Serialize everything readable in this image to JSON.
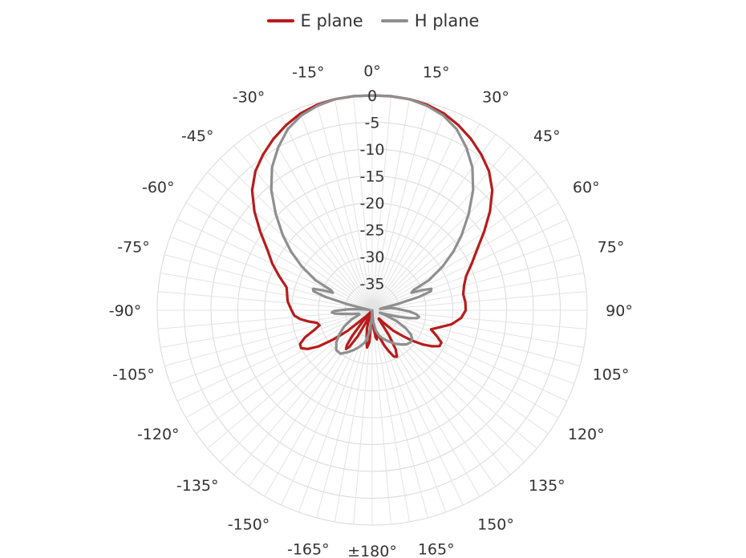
{
  "chart_data": {
    "type": "line",
    "subtype": "polar",
    "title": "",
    "radial_axis": {
      "range": [
        -40,
        0
      ],
      "tick_values": [
        0,
        -5,
        -10,
        -15,
        -20,
        -25,
        -30,
        -35
      ],
      "tick_labels": [
        "0",
        "-5",
        "-10",
        "-15",
        "-20",
        "-25",
        "-30",
        "-35"
      ]
    },
    "angular_axis": {
      "direction": "clockwise",
      "zero": "top",
      "tick_values": [
        0,
        15,
        30,
        45,
        60,
        75,
        90,
        105,
        120,
        135,
        150,
        165,
        180,
        -165,
        -150,
        -135,
        -120,
        -105,
        -90,
        -75,
        -60,
        -45,
        -30,
        -15
      ],
      "tick_labels": [
        "0°",
        "15°",
        "30°",
        "45°",
        "60°",
        "75°",
        "90°",
        "105°",
        "120°",
        "135°",
        "150°",
        "165°",
        "±180°",
        "-165°",
        "-150°",
        "-135°",
        "-120°",
        "-105°",
        "-90°",
        "-75°",
        "-60°",
        "-45°",
        "-30°",
        "-15°"
      ]
    },
    "grid": true,
    "legend": {
      "position": "top-center"
    },
    "series": [
      {
        "name": "E plane",
        "color": "#b71c1c",
        "points": [
          [
            -179,
            -39.8
          ],
          [
            -175,
            -34
          ],
          [
            -172,
            -33
          ],
          [
            -170,
            -34
          ],
          [
            -167,
            -35.5
          ],
          [
            -164,
            -36.5
          ],
          [
            -161,
            -38
          ],
          [
            -157,
            -39.5
          ],
          [
            -154,
            -38
          ],
          [
            -151,
            -34.5
          ],
          [
            -148,
            -32
          ],
          [
            -146,
            -31.3
          ],
          [
            -144,
            -32
          ],
          [
            -142,
            -34
          ],
          [
            -140,
            -37
          ],
          [
            -138,
            -39.5
          ],
          [
            -135,
            -38.5
          ],
          [
            -130,
            -34
          ],
          [
            -127,
            -31
          ],
          [
            -124,
            -28
          ],
          [
            -121,
            -26
          ],
          [
            -118,
            -25
          ],
          [
            -115,
            -25.2
          ],
          [
            -112,
            -26.5
          ],
          [
            -109,
            -28.5
          ],
          [
            -106,
            -29.8
          ],
          [
            -103,
            -29.5
          ],
          [
            -100,
            -28
          ],
          [
            -97,
            -26.5
          ],
          [
            -94,
            -25.5
          ],
          [
            -90,
            -25
          ],
          [
            -87,
            -24.6
          ],
          [
            -84,
            -24.2
          ],
          [
            -81,
            -24
          ],
          [
            -78,
            -23.8
          ],
          [
            -75,
            -23.5
          ],
          [
            -70,
            -21.6
          ],
          [
            -65,
            -19.5
          ],
          [
            -60,
            -17.5
          ],
          [
            -55,
            -14.6
          ],
          [
            -50,
            -11.4
          ],
          [
            -45,
            -8.4
          ],
          [
            -40,
            -6.2
          ],
          [
            -35,
            -4.6
          ],
          [
            -30,
            -3.2
          ],
          [
            -25,
            -2
          ],
          [
            -20,
            -1
          ],
          [
            -15,
            -0.4
          ],
          [
            -10,
            -0.1
          ],
          [
            -5,
            0
          ],
          [
            0,
            0
          ],
          [
            5,
            0
          ],
          [
            10,
            -0.1
          ],
          [
            15,
            -0.4
          ],
          [
            20,
            -1
          ],
          [
            25,
            -2
          ],
          [
            30,
            -3.2
          ],
          [
            35,
            -4.6
          ],
          [
            40,
            -6.2
          ],
          [
            45,
            -8.4
          ],
          [
            50,
            -11.4
          ],
          [
            55,
            -14.6
          ],
          [
            60,
            -17.5
          ],
          [
            65,
            -19.6
          ],
          [
            70,
            -21.4
          ],
          [
            75,
            -22.3
          ],
          [
            80,
            -22.8
          ],
          [
            85,
            -22.6
          ],
          [
            90,
            -22.6
          ],
          [
            95,
            -23.4
          ],
          [
            100,
            -25
          ],
          [
            104,
            -27
          ],
          [
            108,
            -28.5
          ],
          [
            112,
            -27
          ],
          [
            115,
            -25.8
          ],
          [
            118,
            -25.8
          ],
          [
            121,
            -27
          ],
          [
            124,
            -28.6
          ],
          [
            127,
            -30.5
          ],
          [
            130,
            -32.5
          ],
          [
            134,
            -34.5
          ],
          [
            138,
            -37
          ],
          [
            140,
            -38
          ],
          [
            143,
            -38
          ],
          [
            146,
            -34.5
          ],
          [
            149,
            -31.5
          ],
          [
            152,
            -30.2
          ],
          [
            155,
            -30.5
          ],
          [
            158,
            -31.8
          ],
          [
            161,
            -33
          ],
          [
            164,
            -34.5
          ],
          [
            167,
            -35.5
          ],
          [
            169,
            -35.5
          ],
          [
            171,
            -34.5
          ],
          [
            173,
            -35
          ],
          [
            175,
            -36.5
          ],
          [
            177,
            -38.5
          ],
          [
            179,
            -39.8
          ]
        ]
      },
      {
        "name": "H plane",
        "color": "#8f8f8f",
        "points": [
          [
            -180,
            -40
          ],
          [
            -177,
            -38.5
          ],
          [
            -173,
            -36
          ],
          [
            -168,
            -34
          ],
          [
            -162,
            -33
          ],
          [
            -156,
            -32
          ],
          [
            -150,
            -31
          ],
          [
            -144,
            -30
          ],
          [
            -138,
            -30
          ],
          [
            -132,
            -31
          ],
          [
            -126,
            -32.5
          ],
          [
            -120,
            -34
          ],
          [
            -114,
            -35.8
          ],
          [
            -108,
            -37.5
          ],
          [
            -104,
            -37.4
          ],
          [
            -100,
            -36
          ],
          [
            -97,
            -34.5
          ],
          [
            -95,
            -33
          ],
          [
            -93,
            -32.5
          ],
          [
            -91,
            -33
          ],
          [
            -89,
            -34.8
          ],
          [
            -87,
            -36
          ],
          [
            -84,
            -38.5
          ],
          [
            -81,
            -39.5
          ],
          [
            -78,
            -38
          ],
          [
            -76,
            -35
          ],
          [
            -74,
            -31
          ],
          [
            -72,
            -28.5
          ],
          [
            -70,
            -28.3
          ],
          [
            -68,
            -30
          ],
          [
            -66,
            -32
          ],
          [
            -64,
            -31.5
          ],
          [
            -62,
            -28
          ],
          [
            -58,
            -24.5
          ],
          [
            -54,
            -21.3
          ],
          [
            -50,
            -18.3
          ],
          [
            -45,
            -14.6
          ],
          [
            -40,
            -10.8
          ],
          [
            -35,
            -7.5
          ],
          [
            -30,
            -5
          ],
          [
            -25,
            -2.8
          ],
          [
            -20,
            -1.4
          ],
          [
            -15,
            -0.6
          ],
          [
            -10,
            -0.1
          ],
          [
            -5,
            0
          ],
          [
            0,
            0
          ],
          [
            5,
            0
          ],
          [
            10,
            -0.1
          ],
          [
            15,
            -0.6
          ],
          [
            20,
            -1.4
          ],
          [
            25,
            -2.8
          ],
          [
            30,
            -5
          ],
          [
            35,
            -7.5
          ],
          [
            40,
            -10.8
          ],
          [
            45,
            -14.6
          ],
          [
            50,
            -18.3
          ],
          [
            54,
            -21.3
          ],
          [
            58,
            -24.5
          ],
          [
            62,
            -28
          ],
          [
            64,
            -31.5
          ],
          [
            66,
            -32
          ],
          [
            68,
            -30
          ],
          [
            70,
            -28.3
          ],
          [
            72,
            -28.5
          ],
          [
            74,
            -31
          ],
          [
            76,
            -35
          ],
          [
            78,
            -38
          ],
          [
            80,
            -38.5
          ],
          [
            83,
            -36.5
          ],
          [
            86,
            -35.5
          ],
          [
            89,
            -34.5
          ],
          [
            92,
            -33
          ],
          [
            95,
            -31.8
          ],
          [
            98,
            -31.2
          ],
          [
            100,
            -31.5
          ],
          [
            102,
            -33
          ],
          [
            104,
            -35
          ],
          [
            106,
            -37
          ],
          [
            108,
            -38.5
          ],
          [
            110,
            -37.5
          ],
          [
            114,
            -35
          ],
          [
            118,
            -33
          ],
          [
            122,
            -31.5
          ],
          [
            126,
            -30.8
          ],
          [
            130,
            -30.7
          ],
          [
            135,
            -31
          ],
          [
            140,
            -31.7
          ],
          [
            146,
            -32.5
          ],
          [
            152,
            -33.4
          ],
          [
            158,
            -34.2
          ],
          [
            164,
            -35
          ],
          [
            170,
            -36.2
          ],
          [
            175,
            -37.8
          ],
          [
            178,
            -39.2
          ],
          [
            180,
            -40
          ]
        ]
      }
    ]
  }
}
